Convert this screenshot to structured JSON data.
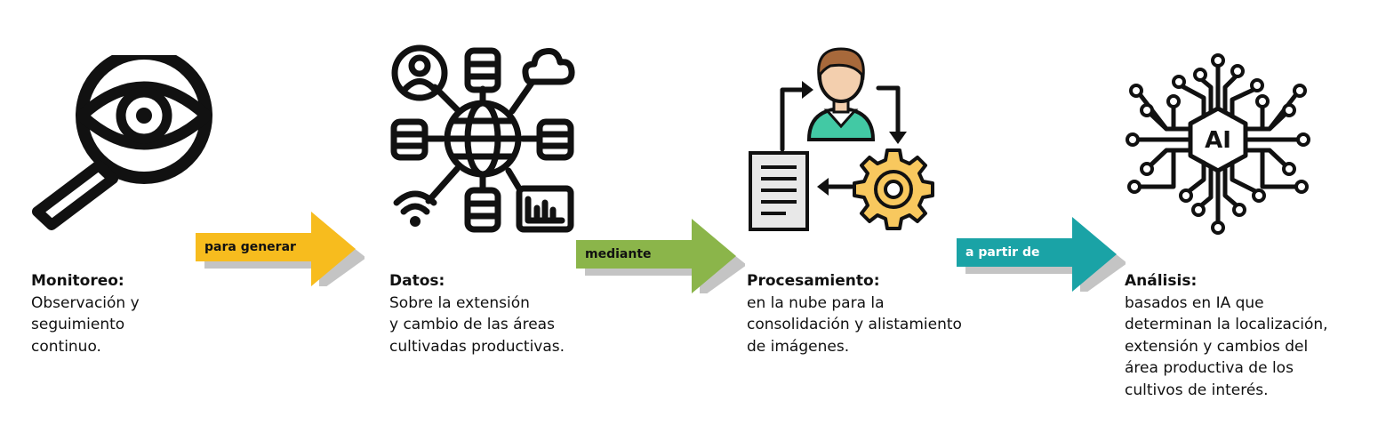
{
  "steps": [
    {
      "title": "Monitoreo:",
      "body": "Observación y\nseguimiento\ncontinuo."
    },
    {
      "title": "Datos:",
      "body": "Sobre la extensión\ny cambio de las áreas\ncultivadas productivas."
    },
    {
      "title": "Procesamiento:",
      "body": "en la nube para la\nconsolidación y alistamiento\nde imágenes."
    },
    {
      "title": "Análisis:",
      "body": "basados en IA que\ndeterminan la localización,\nextensión y cambios del\nárea productiva de los\ncultivos de interés."
    }
  ],
  "connectors": [
    {
      "label": "para generar",
      "color": "#F7BC1E"
    },
    {
      "label": "mediante",
      "color": "#8BB54A"
    },
    {
      "label": "a partir de",
      "color": "#1AA3A6"
    }
  ],
  "icons": {
    "monitor": "magnifier-eye-icon",
    "data": "network-globe-icon",
    "processing": "person-gear-document-icon",
    "analysis": "ai-chip-icon",
    "ai_text": "AI"
  },
  "colors": {
    "skin": "#F3CFAE",
    "hair": "#A7693B",
    "shirt": "#42C9A4",
    "gear": "#F8C85E",
    "paper": "#E8E8E8"
  }
}
